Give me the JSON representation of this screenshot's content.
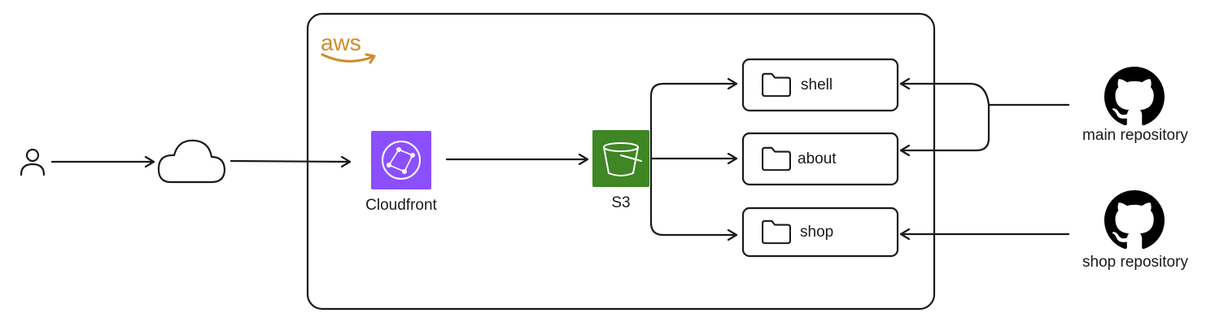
{
  "aws": {
    "logo_text": "aws",
    "logo_color": "#D08B2A"
  },
  "nodes": {
    "user": {
      "icon": "user-icon"
    },
    "internet": {
      "icon": "cloud-icon"
    },
    "cloudfront": {
      "label": "Cloudfront",
      "icon": "cloudfront-icon",
      "color": "#8C4FFF"
    },
    "s3": {
      "label": "S3",
      "icon": "bucket-icon",
      "color": "#3F8624"
    }
  },
  "folders": [
    {
      "label": "shell",
      "icon": "folder-icon"
    },
    {
      "label": "about",
      "icon": "folder-icon"
    },
    {
      "label": "shop",
      "icon": "folder-icon"
    }
  ],
  "repositories": [
    {
      "label": "main repository",
      "icon": "github-icon"
    },
    {
      "label": "shop repository",
      "icon": "github-icon"
    }
  ]
}
